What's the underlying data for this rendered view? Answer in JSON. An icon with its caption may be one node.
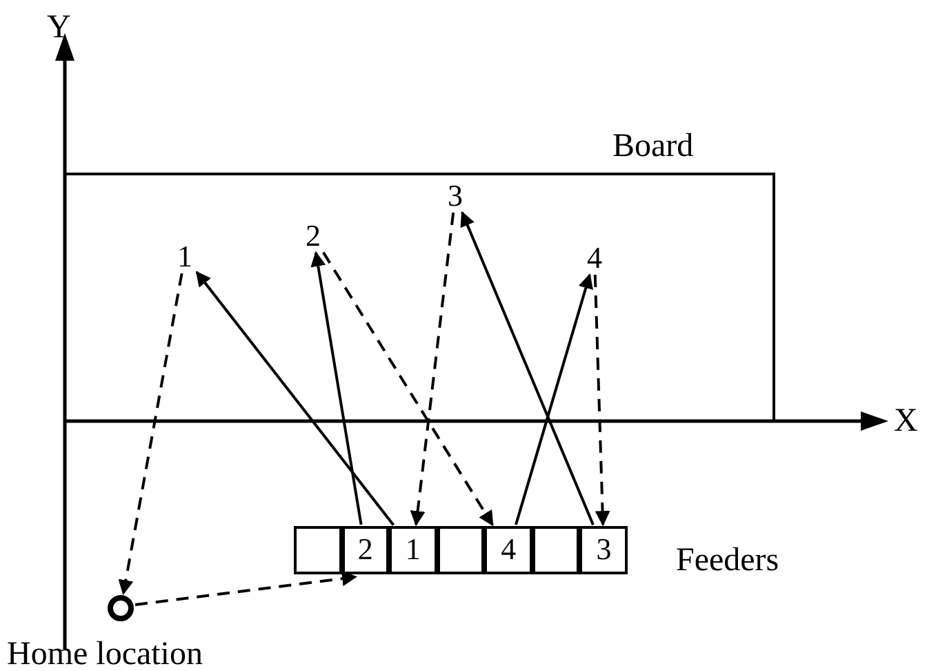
{
  "diagram": {
    "nodes": [
      {
        "text": [
          "Board"
        ]
      },
      {
        "text": [
          "1"
        ],
        "in": 0
      },
      {
        "text": [
          "2"
        ],
        "in": 0
      },
      {
        "text": [
          "3"
        ],
        "in": 0
      },
      {
        "text": [
          "4"
        ],
        "in": 0
      },
      {
        "text": [],
        "shape": "box",
        "beside": [
          "Feeders"
        ]
      },
      {
        "text": [],
        "shape": "box",
        "in": 5
      },
      {
        "text": [
          "2"
        ],
        "in": 5
      },
      {
        "text": [
          "1"
        ],
        "in": 5
      },
      {
        "text": [],
        "shape": "box",
        "in": 5
      },
      {
        "text": [
          "4"
        ],
        "in": 5
      },
      {
        "text": [],
        "shape": "box",
        "in": 5
      },
      {
        "text": [
          "3"
        ],
        "in": 5
      },
      {
        "text": [],
        "shape": "circle",
        "beside": [
          "Home location"
        ]
      }
    ],
    "edges": [
      {
        "from": 13,
        "to": 7,
        "arrow": "to",
        "style": "dashed"
      },
      {
        "from": 7,
        "to": 2,
        "arrow": "to"
      },
      {
        "from": 2,
        "to": 10,
        "arrow": "to",
        "style": "dashed"
      },
      {
        "from": 10,
        "to": 4,
        "arrow": "to"
      },
      {
        "from": 4,
        "to": 12,
        "arrow": "to",
        "style": "dashed"
      },
      {
        "from": 12,
        "to": 3,
        "arrow": "to"
      },
      {
        "from": 3,
        "to": 8,
        "arrow": "to",
        "style": "dashed"
      },
      {
        "from": 8,
        "to": 1,
        "arrow": "to"
      },
      {
        "from": 1,
        "to": 13,
        "arrow": "to",
        "style": "dashed"
      }
    ],
    "labels": [
      "Y",
      "X"
    ]
  }
}
